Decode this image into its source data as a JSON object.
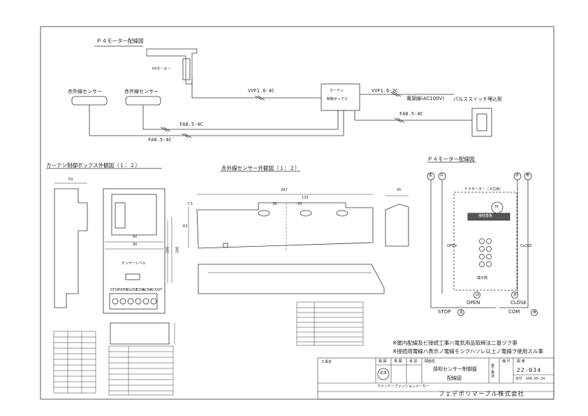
{
  "wiring": {
    "title": "Ｐ４モーター配線図",
    "motor_label": "P4モーター",
    "sensor1_label": "赤外線センサー",
    "sensor2_label": "赤外線センサー",
    "control_box_line1": "カーテン",
    "control_box_line2": "制御ボックス",
    "cable_motor": "VVF1.6-4C",
    "cable_power": "VVF1.6-2C",
    "power_label": "電源線(AC100V)",
    "cable_switch": "FA0.5-4C",
    "switch_label": "パルススイッチ埋込型",
    "cable_sensor1": "FA0.5-4C",
    "cable_sensor2": "FA0.5-4C"
  },
  "box_outline": {
    "title": "カーテン制御ボックス外観図（１：２）",
    "dim_width": "53",
    "dim_60": "60",
    "dim_90": "90",
    "dim_100": "100",
    "dim_180": "180",
    "pcb_label": "センサーレベル",
    "terminals": [
      "STOP",
      "OPEN",
      "CLOSE",
      "COM",
      "ACIN",
      "ACOUT"
    ]
  },
  "sensor_outline": {
    "title": "赤外線センサー外観図（１：２）",
    "dim_267": "267",
    "dim_125": "125",
    "dim_36": "36",
    "dim_43": "43",
    "dim_7_5": "7.5",
    "dim_63": "63",
    "dim_45": "45"
  },
  "motor_wiring": {
    "title": "Ｐ４モーター配線図",
    "wire_black": "黒",
    "wire_white": "白",
    "wire_red": "赤",
    "wire_yellow": "黄",
    "motor_header": "Ｐ４モーター（４芯用）",
    "motor_symbol": "M",
    "terminal_block": "接続基板",
    "open_label": "OPEN",
    "close_label": "CLOSE",
    "terminal_side": "端子側",
    "bottom_open": "OPEN",
    "bottom_close": "CLOSE",
    "stop": "STOP",
    "stop_wire": "黒",
    "com": "COM",
    "com_wire": "黄",
    "circ_white": "白",
    "circ_red": "赤"
  },
  "notes": [
    "※屋内配線及ビ接続工事ハ電気用品取締法ニ基ヅク事",
    "※接続用電線ハ表示ノ電線モシクハソレ以上ノ電線ヲ使用スル事"
  ],
  "title_block": {
    "project_label": "工事名",
    "col_made": "製 図",
    "col_check": "検 図",
    "col_approve": "承 認",
    "col_drawing_name": "図面名",
    "stamp": "松本",
    "drawing_name_1": "感知センサー制御盤",
    "drawing_name_2": "配線図",
    "col_scale": "縮 尺",
    "scale_value": "第三角法",
    "col_number": "図 番",
    "drawing_number": "22-034",
    "date_label": "日付",
    "date": "S04.05.24",
    "maker_label": "ウインドーファッションメーカー",
    "company": "フェデポリマーブル株式会社"
  }
}
